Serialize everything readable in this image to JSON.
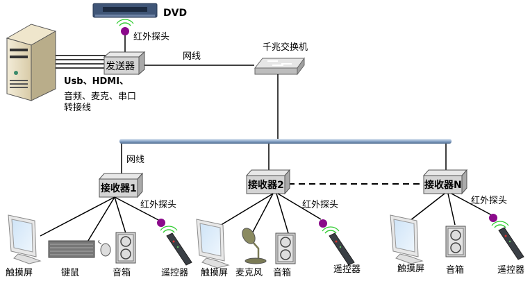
{
  "sender": {
    "label": "发送器",
    "dvd_label": "DVD",
    "ir_label": "红外探头",
    "cable_line1": "Usb、HDMI、",
    "cable_line2": "音频、麦克、串口",
    "cable_line3": "转接线",
    "net_label": "网线"
  },
  "switch": {
    "label": "千兆交换机"
  },
  "bus": {
    "net_label": "网线"
  },
  "receivers": [
    {
      "label": "接收器1",
      "ir_label": "红外探头",
      "devices": [
        "触摸屏",
        "键鼠",
        "音箱",
        "遥控器"
      ]
    },
    {
      "label": "接收器2",
      "ir_label": "红外探头",
      "devices": [
        "触摸屏",
        "麦克风",
        "音箱",
        "遥控器"
      ]
    },
    {
      "label": "接收器N",
      "ir_label": "红外探头",
      "devices": [
        "触摸屏",
        "音箱",
        "遥控器"
      ]
    }
  ],
  "colors": {
    "ir_probe": "#8b0a8b",
    "signal": "#33cc33",
    "bus": "#8aa6c8",
    "box": "#d4d4d4"
  }
}
